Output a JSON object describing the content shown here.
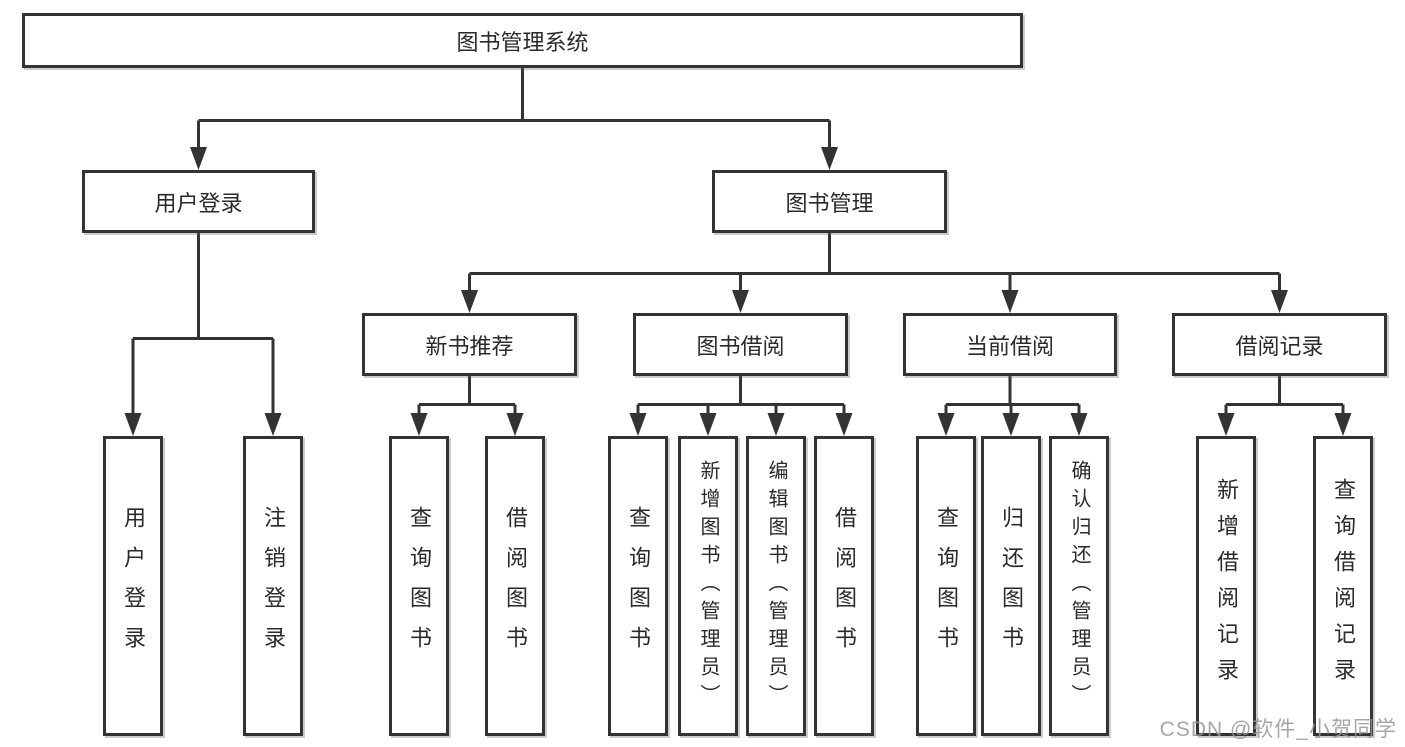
{
  "tree": {
    "label": "图书管理系统",
    "children": [
      {
        "label": "用户登录",
        "children": [
          {
            "label": "用户登录"
          },
          {
            "label": "注销登录"
          }
        ]
      },
      {
        "label": "图书管理",
        "children": [
          {
            "label": "新书推荐",
            "children": [
              {
                "label": "查询图书"
              },
              {
                "label": "借阅图书"
              }
            ]
          },
          {
            "label": "图书借阅",
            "children": [
              {
                "label": "查询图书"
              },
              {
                "label": "新增图书（管理员）"
              },
              {
                "label": "编辑图书（管理员）"
              },
              {
                "label": "借阅图书"
              }
            ]
          },
          {
            "label": "当前借阅",
            "children": [
              {
                "label": "查询图书"
              },
              {
                "label": "归还图书"
              },
              {
                "label": "确认归还（管理员）"
              }
            ]
          },
          {
            "label": "借阅记录",
            "children": [
              {
                "label": "新增借阅记录"
              },
              {
                "label": "查询借阅记录"
              }
            ]
          }
        ]
      }
    ]
  },
  "watermark": "CSDN @软件_小贺同学",
  "colors": {
    "line": "#333333",
    "box_border": "#333333",
    "background": "#ffffff",
    "text": "#2a2a2a",
    "watermark": "#969696"
  }
}
